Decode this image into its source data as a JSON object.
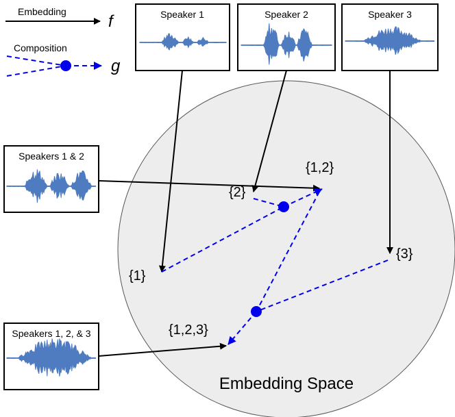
{
  "legend": {
    "embedding_label": "Embedding",
    "embedding_symbol": "f",
    "composition_label": "Composition",
    "composition_symbol": "g"
  },
  "speakers": [
    {
      "id": "s1",
      "title": "Speaker 1"
    },
    {
      "id": "s2",
      "title": "Speaker 2"
    },
    {
      "id": "s3",
      "title": "Speaker 3"
    },
    {
      "id": "s12",
      "title": "Speakers 1 & 2"
    },
    {
      "id": "s123",
      "title": "Speakers 1, 2, & 3"
    }
  ],
  "points": {
    "p1": "{1}",
    "p2": "{2}",
    "p3": "{3}",
    "p12": "{1,2}",
    "p123": "{1,2,3}"
  },
  "space_label": "Embedding Space",
  "colors": {
    "embedding_arrow": "#000000",
    "composition": "#0000ee",
    "waveform": "#4f7cc0",
    "space_fill": "#ededed",
    "space_stroke": "#555555"
  }
}
